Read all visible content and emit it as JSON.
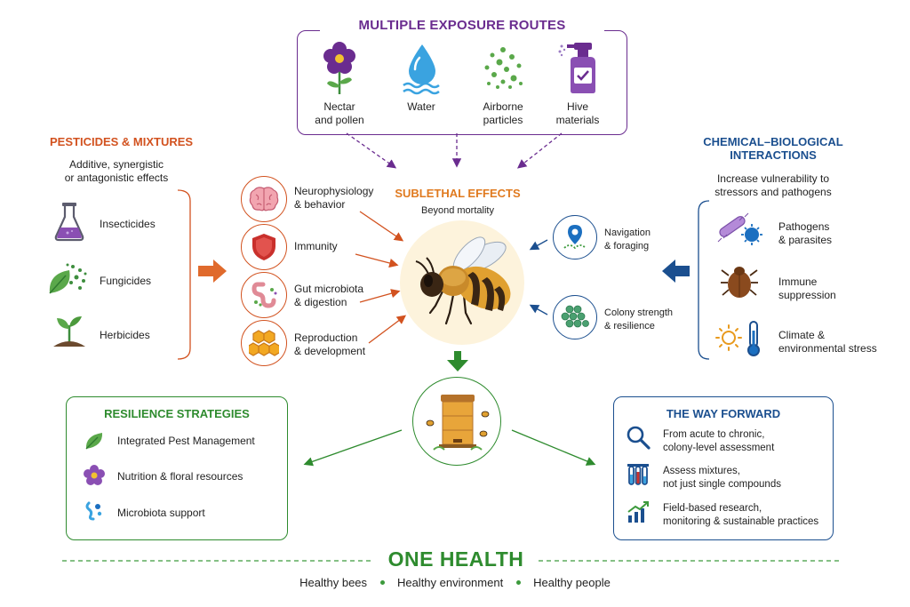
{
  "exposure": {
    "title": "MULTIPLE EXPOSURE ROUTES",
    "routes": [
      {
        "line1": "Nectar",
        "line2": "and pollen",
        "icon": "flower-icon"
      },
      {
        "line1": "Water",
        "line2": "",
        "icon": "water-drop-icon"
      },
      {
        "line1": "Airborne",
        "line2": "particles",
        "icon": "particles-icon"
      },
      {
        "line1": "Hive",
        "line2": "materials",
        "icon": "spray-bottle-icon"
      }
    ]
  },
  "pesticides": {
    "title": "PESTICIDES & MIXTURES",
    "subtitle1": "Additive, synergistic",
    "subtitle2": "or antagonistic effects",
    "items": [
      {
        "label": "Insecticides",
        "icon": "flask-icon"
      },
      {
        "label": "Fungicides",
        "icon": "leaf-spores-icon"
      },
      {
        "label": "Herbicides",
        "icon": "seedling-icon"
      }
    ]
  },
  "sublethal": {
    "title": "SUBLETHAL EFFECTS",
    "subtitle": "Beyond mortality",
    "effects": [
      {
        "line1": "Neurophysiology",
        "line2": "& behavior",
        "icon": "brain-icon"
      },
      {
        "line1": "Immunity",
        "line2": "",
        "icon": "shield-icon"
      },
      {
        "line1": "Gut microbiota",
        "line2": "& digestion",
        "icon": "gut-icon"
      },
      {
        "line1": "Reproduction",
        "line2": "& development",
        "icon": "honeycomb-icon"
      }
    ],
    "right_effects": [
      {
        "line1": "Navigation",
        "line2": "& foraging",
        "icon": "location-pin-icon"
      },
      {
        "line1": "Colony strength",
        "line2": "& resilience",
        "icon": "colony-icon"
      }
    ]
  },
  "interactions": {
    "title1": "CHEMICAL–BIOLOGICAL",
    "title2": "INTERACTIONS",
    "subtitle1": "Increase vulnerability to",
    "subtitle2": "stressors and pathogens",
    "items": [
      {
        "line1": "Pathogens",
        "line2": "& parasites",
        "icon": "pathogen-icon"
      },
      {
        "line1": "Immune",
        "line2": "suppression",
        "icon": "mite-icon"
      },
      {
        "line1": "Climate &",
        "line2": "environmental stress",
        "icon": "sun-thermometer-icon"
      }
    ]
  },
  "resilience": {
    "title": "RESILIENCE STRATEGIES",
    "items": [
      {
        "label": "Integrated Pest Management",
        "icon": "leaf-icon"
      },
      {
        "label": "Nutrition & floral resources",
        "icon": "flower-small-icon"
      },
      {
        "label": "Microbiota support",
        "icon": "microbe-icon"
      }
    ]
  },
  "forward": {
    "title": "THE WAY FORWARD",
    "items": [
      {
        "line1": "From acute to chronic,",
        "line2": "colony-level assessment",
        "icon": "magnifier-icon"
      },
      {
        "line1": "Assess mixtures,",
        "line2": "not just single compounds",
        "icon": "test-tubes-icon"
      },
      {
        "line1": "Field-based research,",
        "line2": "monitoring & sustainable practices",
        "icon": "growth-chart-icon"
      }
    ]
  },
  "footer": {
    "title": "ONE HEALTH",
    "items": [
      "Healthy bees",
      "Healthy environment",
      "Healthy people"
    ]
  },
  "colors": {
    "purple": "#6a2c8f",
    "orange": "#d2521f",
    "blue": "#1b4f8f",
    "green": "#2e8b2e",
    "bee_amber": "#e0a030"
  }
}
